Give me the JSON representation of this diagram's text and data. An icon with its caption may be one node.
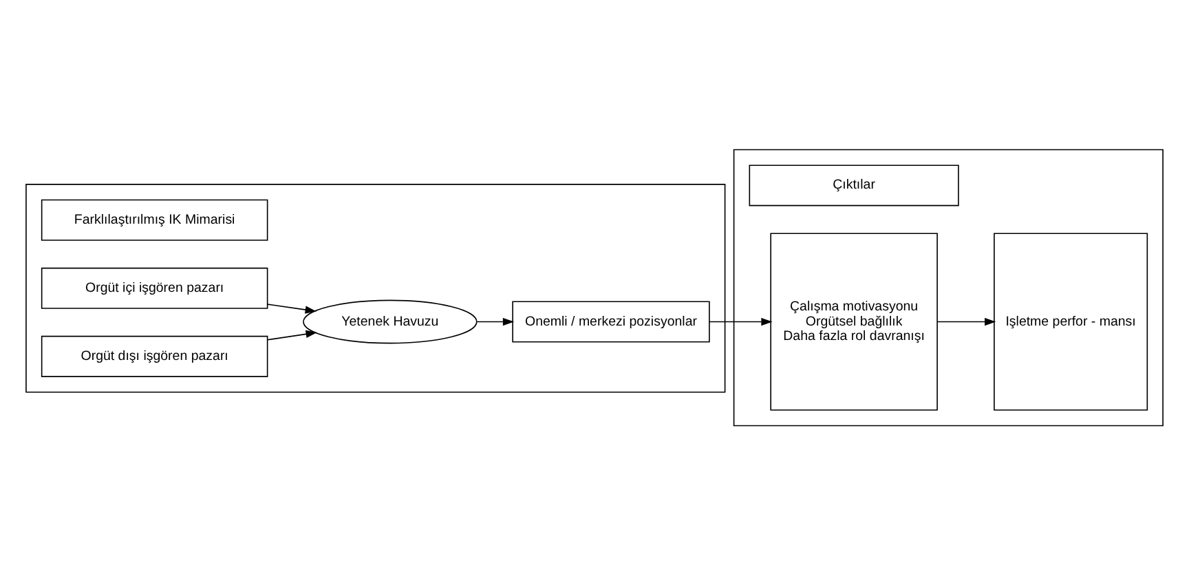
{
  "diagram": {
    "nodes": [
      {
        "text": [],
        "shape": "box"
      },
      {
        "text": [
          "Farklılaştırılmış IK Mimarisi"
        ],
        "in": 0
      },
      {
        "text": [
          "Orgüt içi işgören pazarı"
        ],
        "in": 0
      },
      {
        "text": [
          "Yetenek Havuzu"
        ],
        "in": 0
      },
      {
        "text": [
          "Onemli / merkezi pozisyonlar"
        ],
        "in": 0
      },
      {
        "text": [
          "Orgüt dışı işgören pazarı"
        ],
        "in": 0
      },
      {
        "text": [],
        "shape": "box"
      },
      {
        "text": [
          "Çıktılar"
        ],
        "in": 6
      },
      {
        "text": [
          "Çalışma motivasyonu",
          "Orgütsel bağlılık",
          "Daha fazla rol davranışı"
        ],
        "in": 6
      },
      {
        "text": [
          "Işletme perfor - mansı"
        ],
        "in": 6
      }
    ],
    "edges": [
      {
        "from": 2,
        "to": 3,
        "arrow": "to"
      },
      {
        "from": 5,
        "to": 3,
        "arrow": "to"
      },
      {
        "from": 3,
        "to": 4,
        "arrow": "to"
      },
      {
        "from": 4,
        "to": 8,
        "arrow": "to"
      },
      {
        "from": 8,
        "to": 9,
        "arrow": "to"
      }
    ]
  }
}
